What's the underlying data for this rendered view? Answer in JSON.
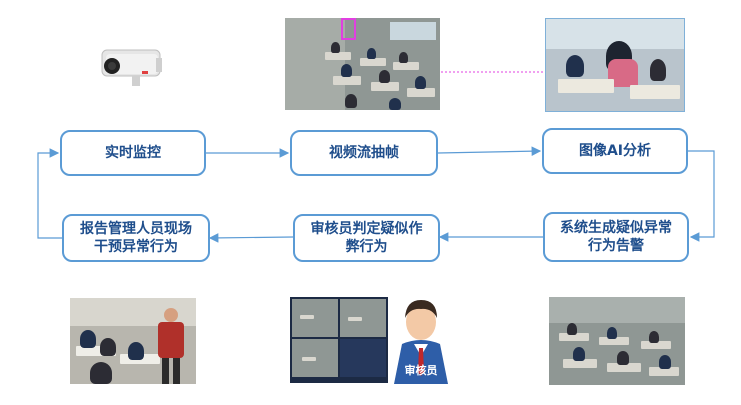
{
  "steps": {
    "realtime_monitoring": "实时监控",
    "frame_extraction": "视频流抽帧",
    "ai_analysis": "图像AI分析",
    "system_alert": "系统生成疑似异常\n行为告警",
    "reviewer_judge": "审核员判定疑似作\n弊行为",
    "report_intervene": "报告管理人员现场\n干预异常行为"
  },
  "reviewer_badge": "审核员",
  "colors": {
    "box_border": "#5b9bd5",
    "box_text": "#1f4e8c",
    "arrow": "#5b9bd5",
    "highlight": "#e040e0"
  }
}
